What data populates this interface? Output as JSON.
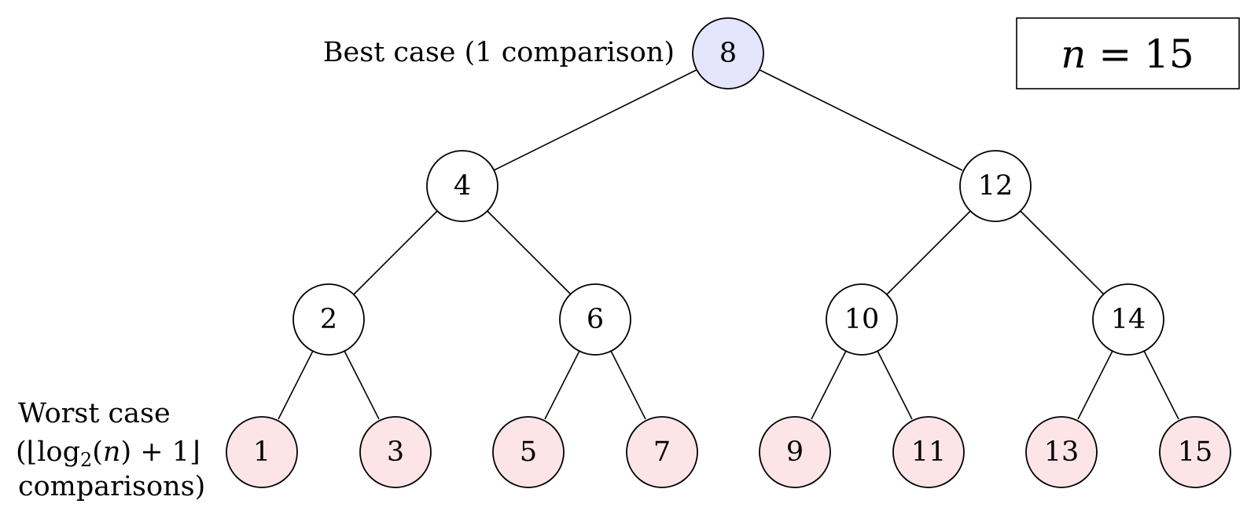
{
  "colors": {
    "root_fill": "#e4e4fc",
    "leaf_fill": "#fde4e7",
    "internal_fill": "#ffffff"
  },
  "tree": {
    "root": "8",
    "level1": [
      "4",
      "12"
    ],
    "level2": [
      "2",
      "6",
      "10",
      "14"
    ],
    "leaves": [
      "1",
      "3",
      "5",
      "7",
      "9",
      "11",
      "13",
      "15"
    ]
  },
  "labels": {
    "best_case": "Best case (1 comparison)",
    "worst_case_line1": "Worst case",
    "worst_case_line2_open": "(⌊log",
    "worst_case_line2_sub": "2",
    "worst_case_line2_paren": "(",
    "worst_case_line2_n": "n",
    "worst_case_line2_close": ") + 1⌋",
    "worst_case_line3": "comparisons)"
  },
  "n_box": {
    "var": "n",
    "eq": " = 15"
  }
}
